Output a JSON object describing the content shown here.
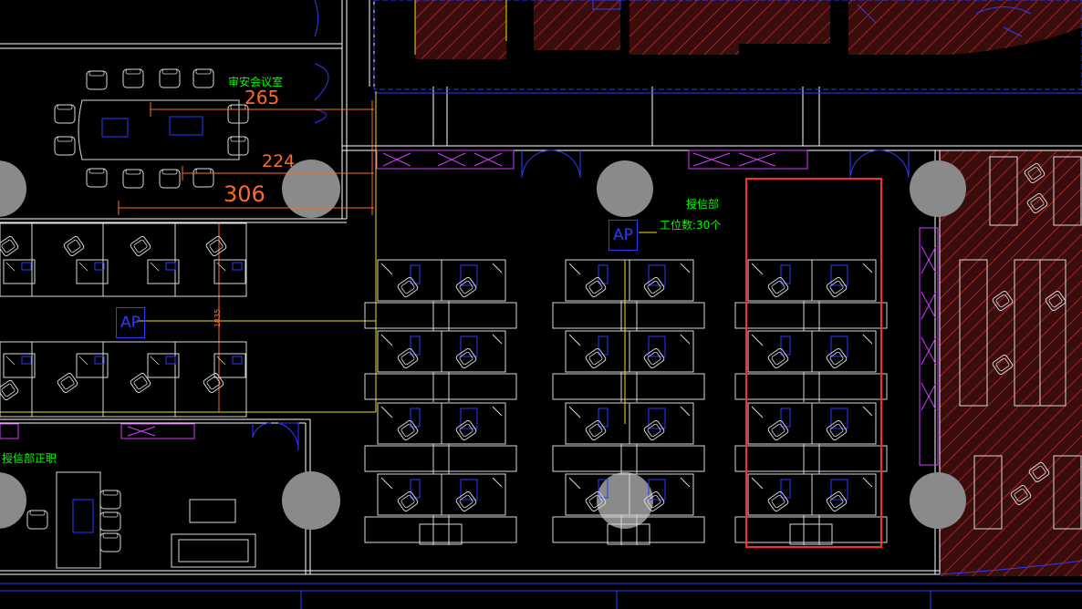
{
  "drawing": {
    "room_labels": {
      "meeting_room": "审安会议室",
      "dept_name": "授信部",
      "workstation_count": "工位数:30个",
      "manager_office": "授信部正职"
    },
    "dimensions": {
      "d1": "265",
      "d2": "224",
      "d3": "306",
      "d4": "1835"
    },
    "access_points": {
      "ap1": "AP",
      "ap2": "AP"
    },
    "colors": {
      "background": "#000000",
      "wall": "#ffffff",
      "door": "#1f2bff",
      "furniture": "#ffffff",
      "dimension": "#ff6a2a",
      "text": "#00ff00",
      "hatch": "#c0262b",
      "selection": "#ff2a2a",
      "column": "#888888"
    }
  }
}
